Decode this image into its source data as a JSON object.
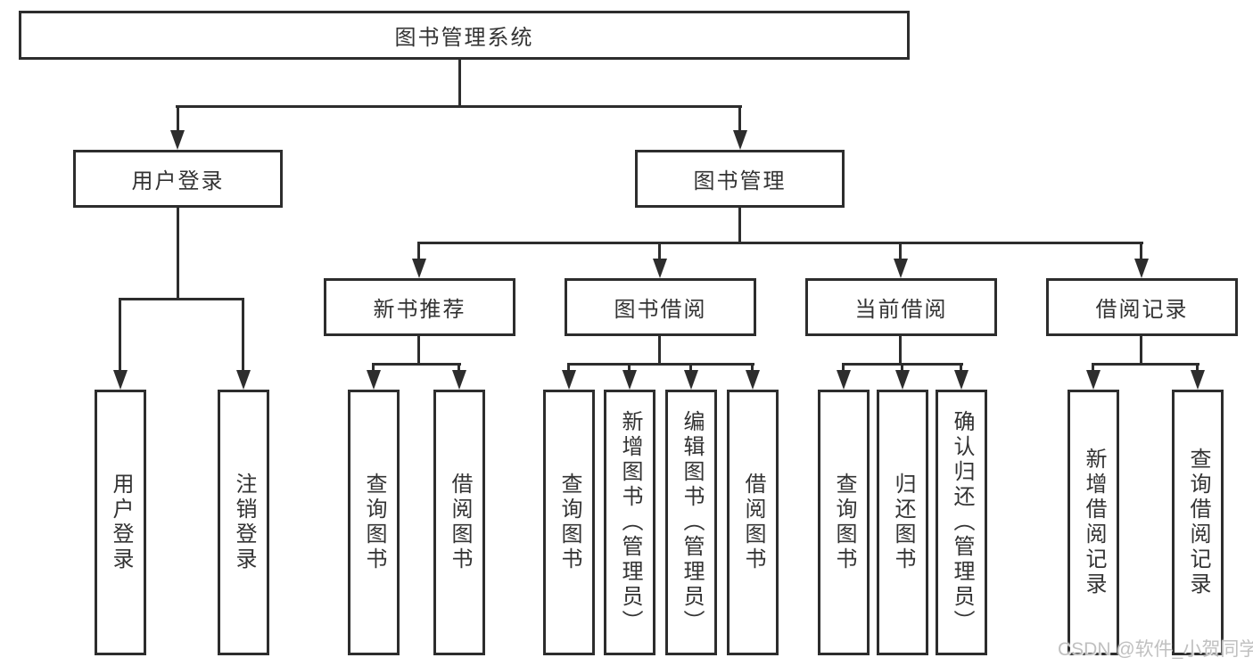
{
  "diagram": {
    "title": "图书管理系统",
    "level2": [
      {
        "label": "用户登录",
        "children": [
          "用户登录",
          "注销登录"
        ]
      },
      {
        "label": "图书管理",
        "children": []
      }
    ],
    "level3": [
      {
        "label": "新书推荐",
        "children": [
          "查询图书",
          "借阅图书"
        ]
      },
      {
        "label": "图书借阅",
        "children": [
          "查询图书",
          "新增图书（管理员）",
          "编辑图书（管理员）",
          "借阅图书"
        ]
      },
      {
        "label": "当前借阅",
        "children": [
          "查询图书",
          "归还图书",
          "确认归还（管理员）"
        ]
      },
      {
        "label": "借阅记录",
        "children": [
          "新增借阅记录",
          "查询借阅记录"
        ]
      }
    ]
  },
  "watermark": {
    "text": "CSDN @软件_小贺同学"
  },
  "colors": {
    "line": "#2d2d2d",
    "text": "#333333",
    "watermark": "#c0c0c0",
    "background": "#ffffff"
  }
}
